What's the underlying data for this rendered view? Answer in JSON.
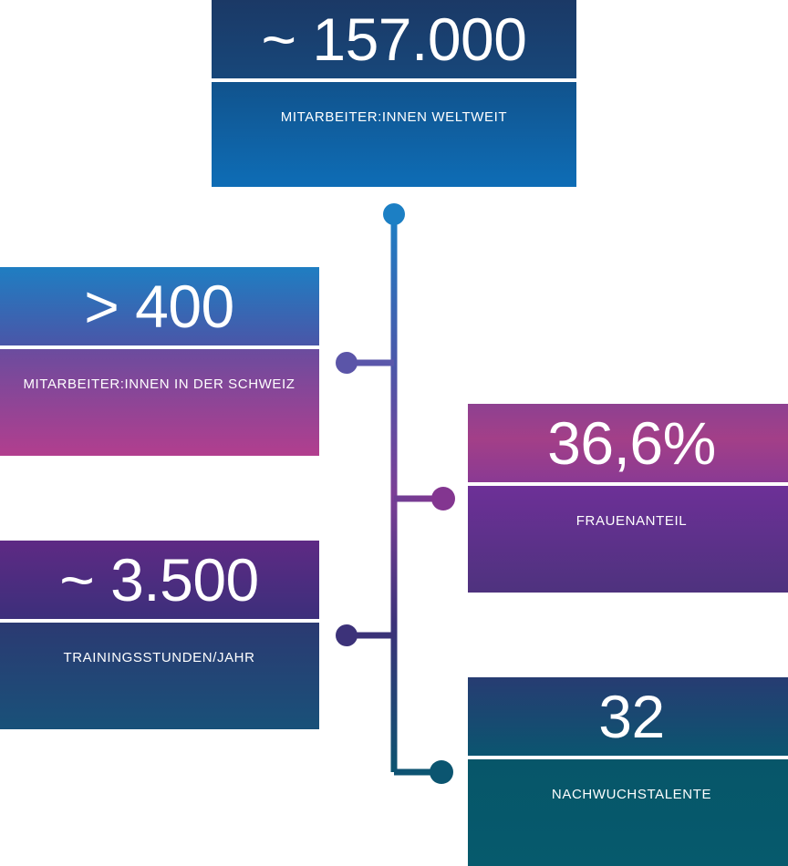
{
  "infographic": {
    "cards": [
      {
        "id": "worldwide",
        "value": "~ 157.000",
        "label": "MITARBEITER:INNEN WELTWEIT",
        "value_bg_from": "#1b3966",
        "value_bg_to": "#17477a",
        "label_bg_from": "#11538d",
        "label_bg_to": "#0e6db6"
      },
      {
        "id": "switzerland",
        "value": "> 400",
        "label": "MITARBEITER:INNEN IN DER SCHWEIZ",
        "value_bg_from": "#1f7ec2",
        "value_bg_to": "#4a56a8",
        "label_bg_from": "#6b4c9e",
        "label_bg_to": "#b23e8e"
      },
      {
        "id": "women",
        "value": "36,6%",
        "label": "FRAUENANTEIL",
        "value_bg_from": "#8e4191",
        "value_bg_to": "#8a3a93",
        "label_bg_from": "#6d3097",
        "label_bg_to": "#4e327e"
      },
      {
        "id": "training",
        "value": "~ 3.500",
        "label": "TRAININGSSTUNDEN/JAHR",
        "value_bg_from": "#5e2a84",
        "value_bg_to": "#3c2f7b",
        "label_bg_from": "#2b3a72",
        "label_bg_to": "#195179"
      },
      {
        "id": "talents",
        "value": "32",
        "label": "NACHWUCHSTALENTE",
        "value_bg_from": "#273c72",
        "value_bg_to": "#0b5570",
        "label_bg_from": "#075669",
        "label_bg_to": "#065a6d"
      }
    ],
    "connectors": {
      "nodes": [
        {
          "id": "node-top",
          "color": "#1c7fc4"
        },
        {
          "id": "node-switzerland",
          "color": "#5b55a8"
        },
        {
          "id": "node-women",
          "color": "#833690"
        },
        {
          "id": "node-training",
          "color": "#3c3279"
        },
        {
          "id": "node-talents",
          "color": "#0b5570"
        }
      ],
      "line_gradient_from": "#1c7fc4",
      "line_gradient_to": "#0b5570"
    }
  }
}
